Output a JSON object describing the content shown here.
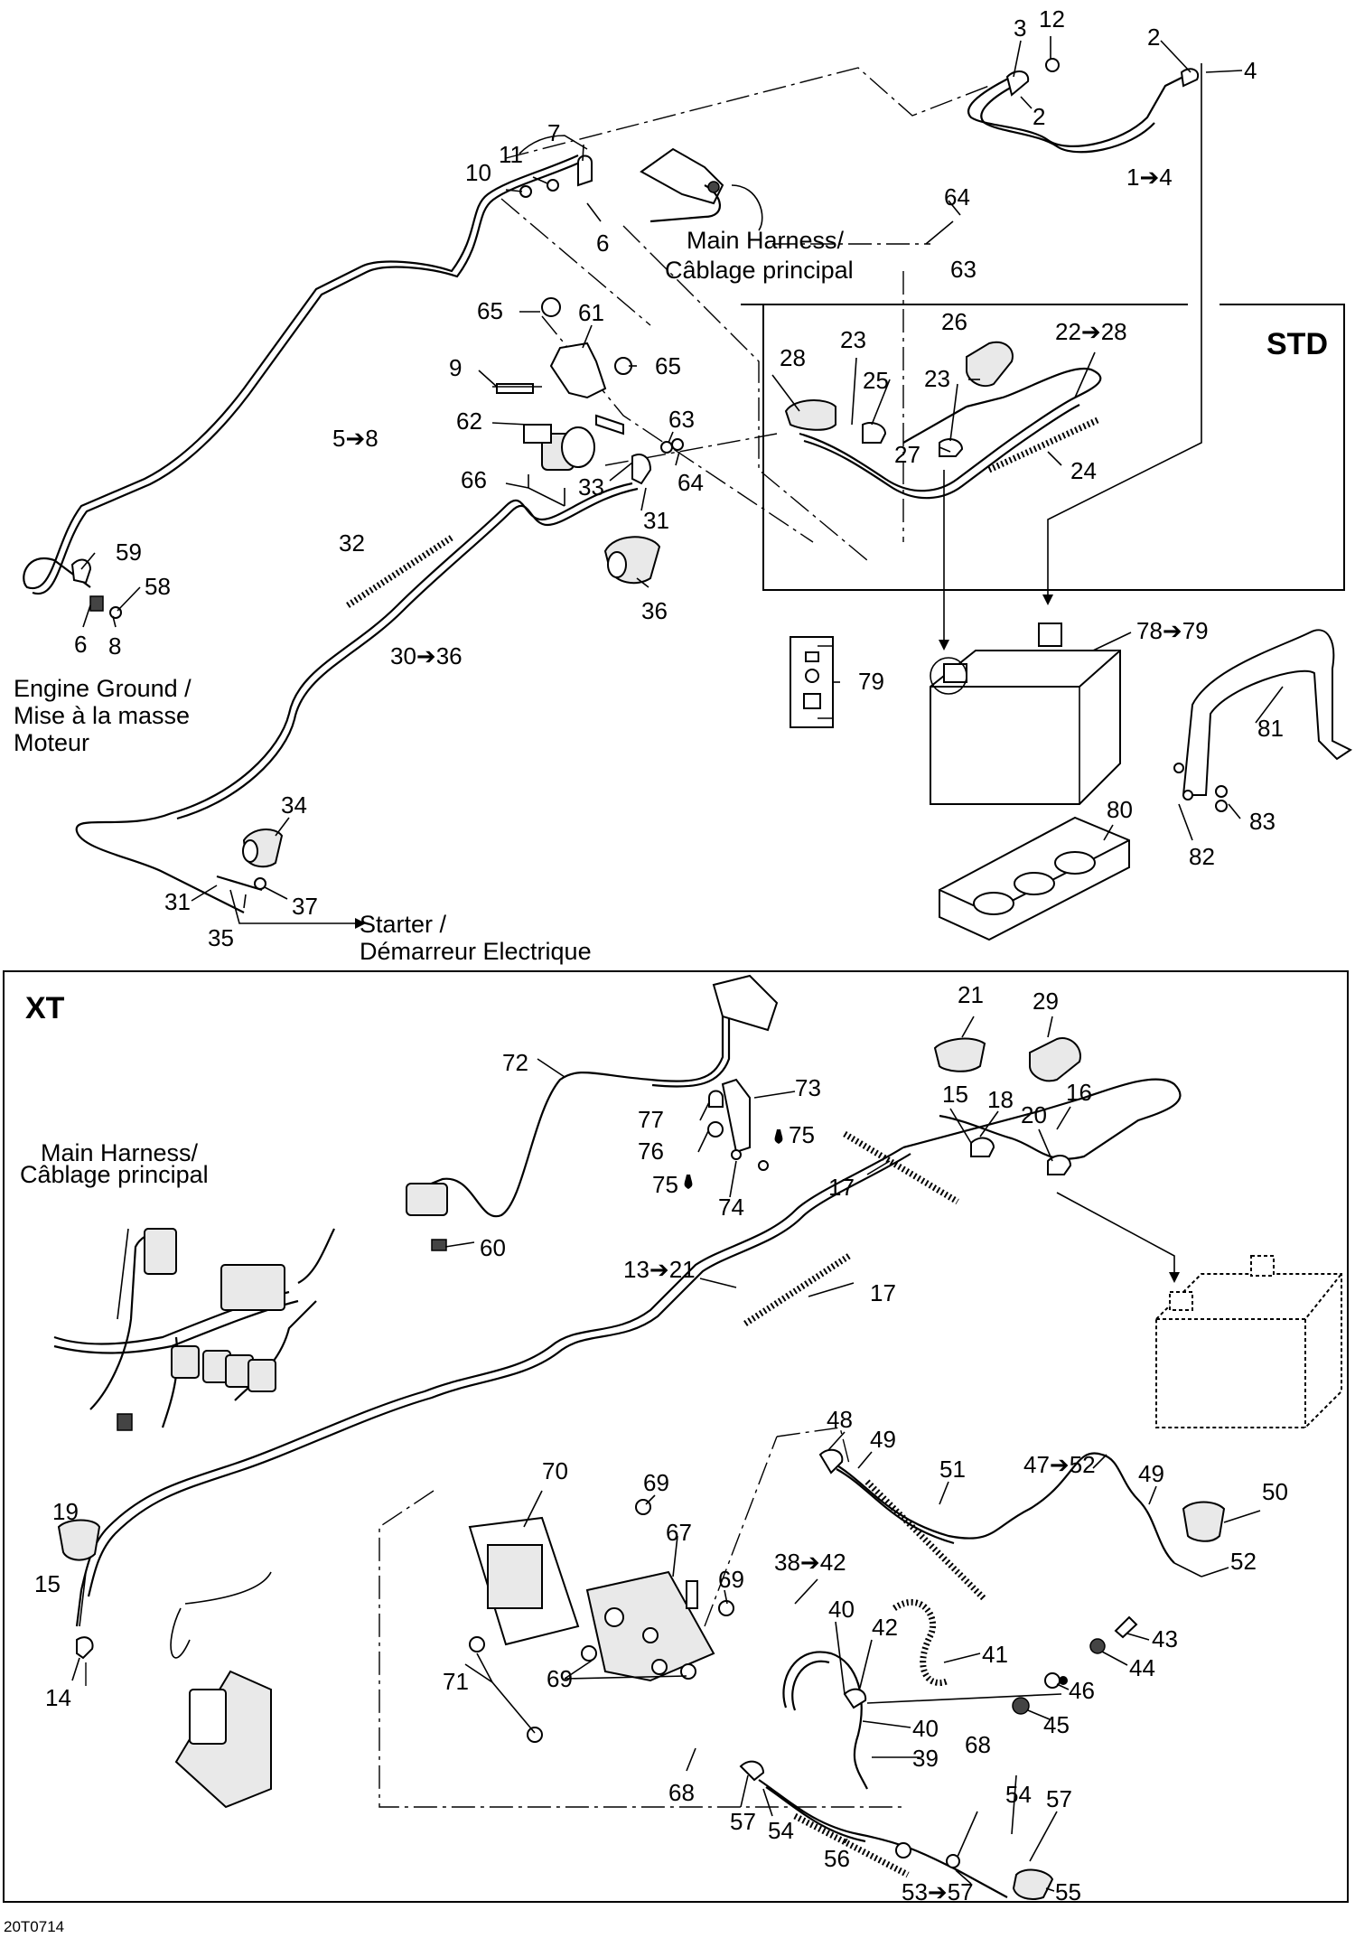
{
  "diagram": {
    "code": "20T0714",
    "sections": {
      "std": "STD",
      "xt": "XT"
    },
    "captions": {
      "main_harness_top_1": "Main Harness/",
      "main_harness_top_2": "Câblage principal",
      "engine_ground_1": "Engine Ground /",
      "engine_ground_2": "Mise à la masse",
      "engine_ground_3": "Moteur",
      "starter_1": "Starter /",
      "starter_2": "Démarreur Electrique",
      "main_harness_xt_1": "Main Harness/",
      "main_harness_xt_2": "Câblage principal"
    },
    "callouts": [
      "3",
      "12",
      "2",
      "4",
      "2",
      "1➔4",
      "7",
      "11",
      "10",
      "6",
      "64",
      "63",
      "65",
      "61",
      "9",
      "65",
      "62",
      "63",
      "64",
      "66",
      "33",
      "31",
      "36",
      "5➔8",
      "59",
      "58",
      "6",
      "8",
      "32",
      "30➔36",
      "26",
      "22➔28",
      "28",
      "23",
      "25",
      "23",
      "27",
      "24",
      "78➔79",
      "79",
      "81",
      "83",
      "82",
      "80",
      "34",
      "31",
      "37",
      "35",
      "21",
      "29",
      "72",
      "73",
      "77",
      "76",
      "75",
      "75",
      "74",
      "15",
      "18",
      "16",
      "20",
      "17",
      "60",
      "13➔21",
      "17",
      "48",
      "49",
      "51",
      "47➔52",
      "49",
      "50",
      "52",
      "70",
      "69",
      "67",
      "69",
      "38➔42",
      "40",
      "42",
      "41",
      "43",
      "44",
      "46",
      "40",
      "45",
      "71",
      "69",
      "39",
      "68",
      "19",
      "15",
      "14",
      "68",
      "57",
      "54",
      "54",
      "57",
      "56",
      "53➔57",
      "55"
    ]
  }
}
